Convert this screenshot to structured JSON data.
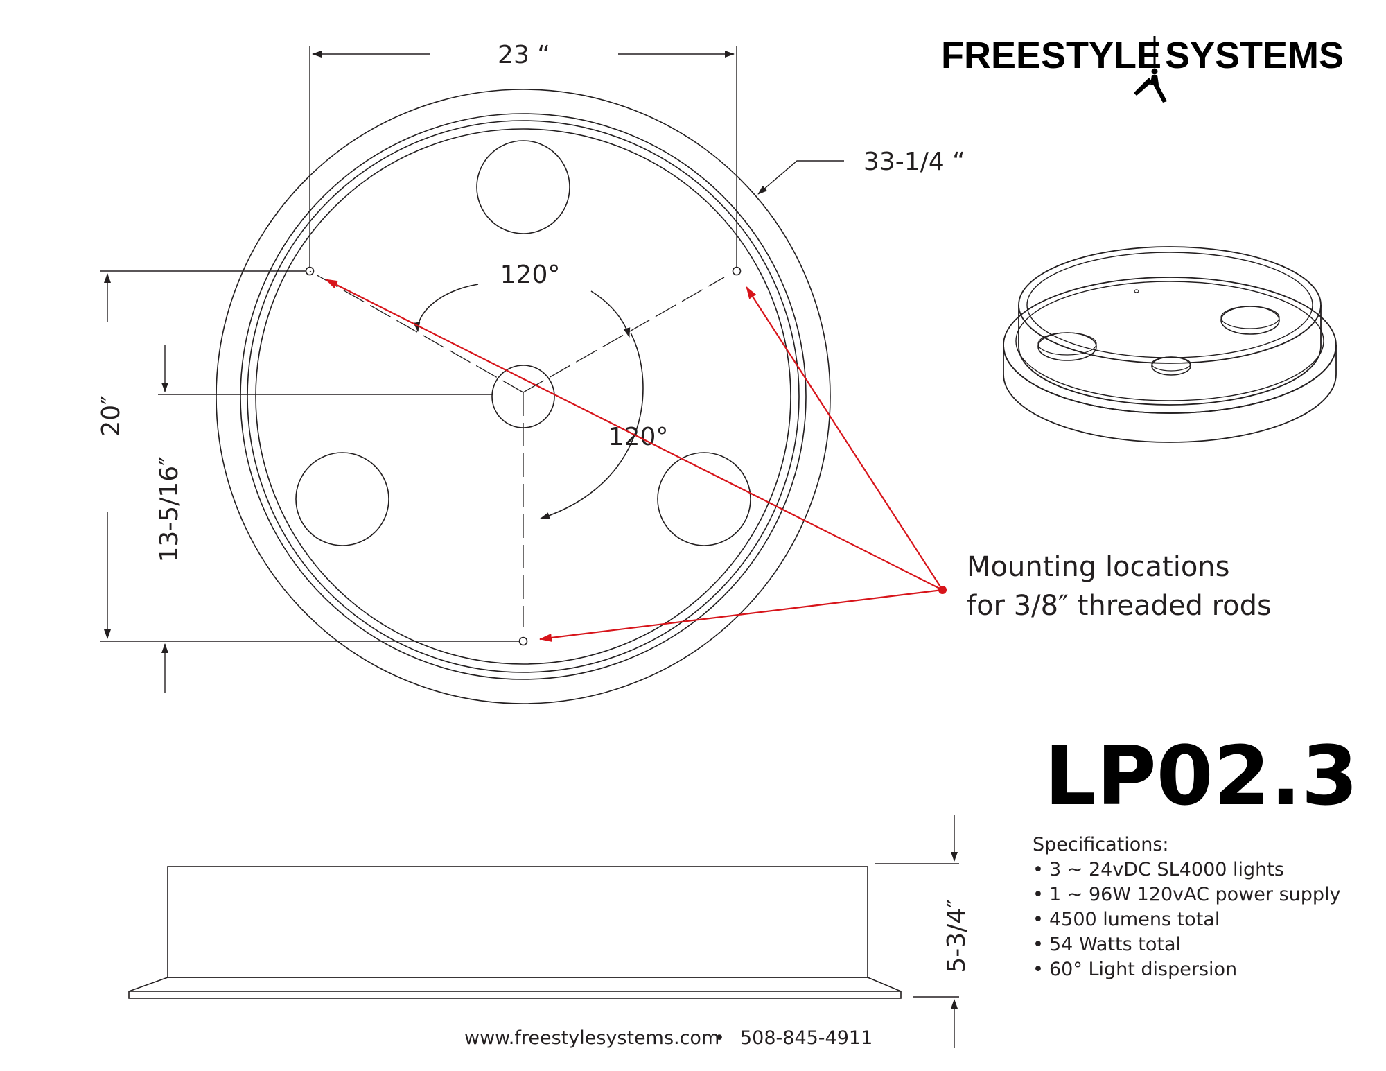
{
  "brand": {
    "left": "FREESTYLE",
    "right": "SYSTEMS",
    "colors": {
      "ink": "#231f20",
      "black": "#000000"
    },
    "icon": "figure-logo-icon"
  },
  "model": "LP02.3",
  "dimensions": {
    "width_between_rods": "23 “",
    "outer_diameter": "33-1/4 “",
    "rod_span_vertical": "20″",
    "center_to_bottom_rod": "13-5/16″",
    "height": "5-3/4″",
    "angle_top": "120°",
    "angle_right": "120°"
  },
  "callout": {
    "line1": "Mounting locations",
    "line2": "for 3/8″  threaded rods",
    "color": "#d7141a"
  },
  "specs": {
    "heading": "Specifications:",
    "bullet": "•",
    "items": [
      "3 ~ 24vDC SL4000 lights",
      "1 ~ 96W 120vAC power supply",
      " 4500 lumens total",
      " 54 Watts total",
      " 60° Light dispersion"
    ]
  },
  "footer": {
    "website": "www.freestylesystems.com",
    "separator": "•",
    "phone": "508-845-4911"
  }
}
